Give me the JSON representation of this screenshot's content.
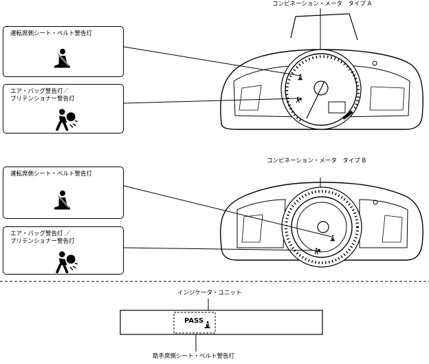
{
  "cluster_a": {
    "title": "コンビネーション・メータ　タイプ A",
    "seatbelt_callout": "運転席側シート・ベルト警告灯",
    "airbag_callout_line1": "エア・バッグ警告灯／",
    "airbag_callout_line2": "プリテンショナー警告灯"
  },
  "cluster_b": {
    "title": "コンビネーション・メータ　タイプ B",
    "seatbelt_callout": "運転席側シート・ベルト警告灯",
    "airbag_callout_line1": "エア・バッグ警告灯 ／",
    "airbag_callout_line2": "プリテンショナー警告灯"
  },
  "indicator_unit": {
    "title": "インジケータ・ユニット",
    "pass_text": "PASS",
    "passenger_callout": "助手席側シート・ベルト警告灯"
  },
  "icons": [
    "seatbelt-icon",
    "airbag-icon",
    "passenger-seatbelt-icon"
  ]
}
